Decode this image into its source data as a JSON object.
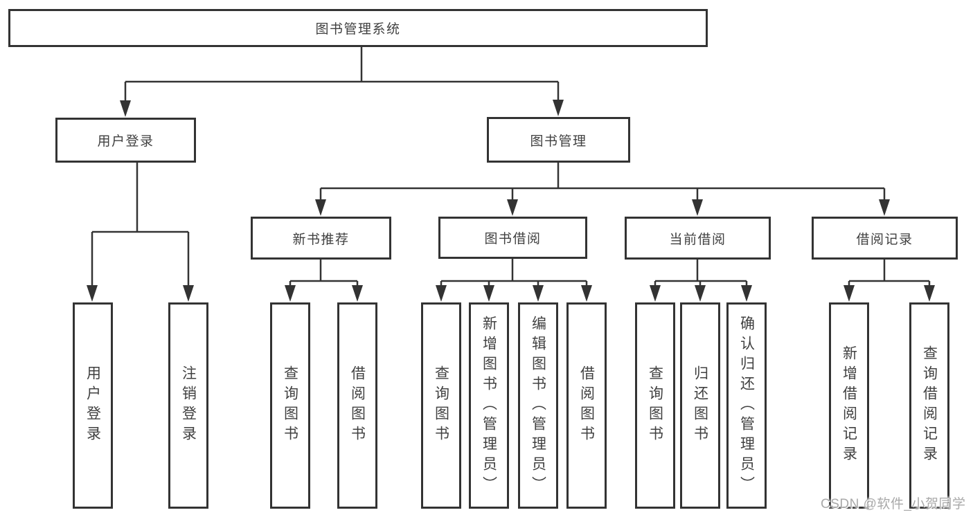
{
  "tree": {
    "root": "图书管理系统",
    "branches": [
      {
        "label": "用户登录",
        "children": [
          "用户登录",
          "注销登录"
        ]
      },
      {
        "label": "图书管理",
        "sections": [
          {
            "label": "新书推荐",
            "children": [
              "查询图书",
              "借阅图书"
            ]
          },
          {
            "label": "图书借阅",
            "children": [
              "查询图书",
              "新增图书（管理员）",
              "编辑图书（管理员）",
              "借阅图书"
            ]
          },
          {
            "label": "当前借阅",
            "children": [
              "查询图书",
              "归还图书",
              "确认归还（管理员）"
            ]
          },
          {
            "label": "借阅记录",
            "children": [
              "新增借阅记录",
              "查询借阅记录"
            ]
          }
        ]
      }
    ]
  },
  "watermark": "CSDN @软件_小贺同学",
  "colors": {
    "line": "#333333",
    "text": "#404040",
    "watermark": "#a9a9a9"
  }
}
